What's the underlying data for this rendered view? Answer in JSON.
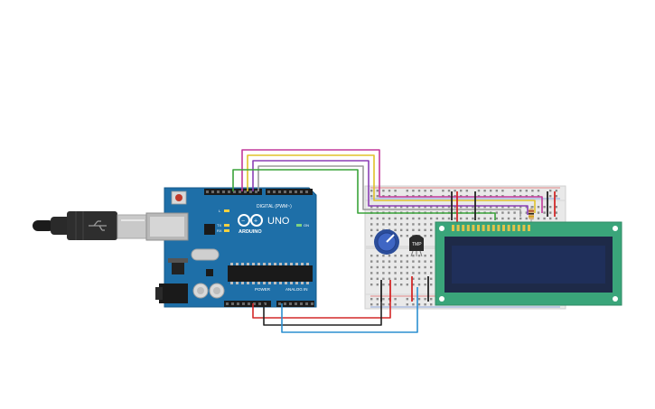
{
  "arduino": {
    "brand": "ARDUINO",
    "model": "UNO",
    "digital_label": "DIGITAL (PWM~)",
    "power_label": "POWER",
    "analog_label": "ANALOG IN",
    "on_label": "ON",
    "l_label": "L",
    "tx_label": "TX",
    "rx_label": "RX",
    "board_color": "#1e6fa8"
  },
  "sensor": {
    "label": "TMP"
  },
  "colors": {
    "wire_magenta": "#c2389a",
    "wire_yellow": "#e0c22a",
    "wire_purple": "#8b3fb5",
    "wire_gray": "#9a9a9a",
    "wire_green": "#3aa33a",
    "wire_red": "#d42828",
    "wire_black": "#222222",
    "wire_blue": "#2b8fd1",
    "lcd_board": "#3aa57a",
    "lcd_screen": "#1f2f5a",
    "breadboard": "#e9e9e9"
  }
}
